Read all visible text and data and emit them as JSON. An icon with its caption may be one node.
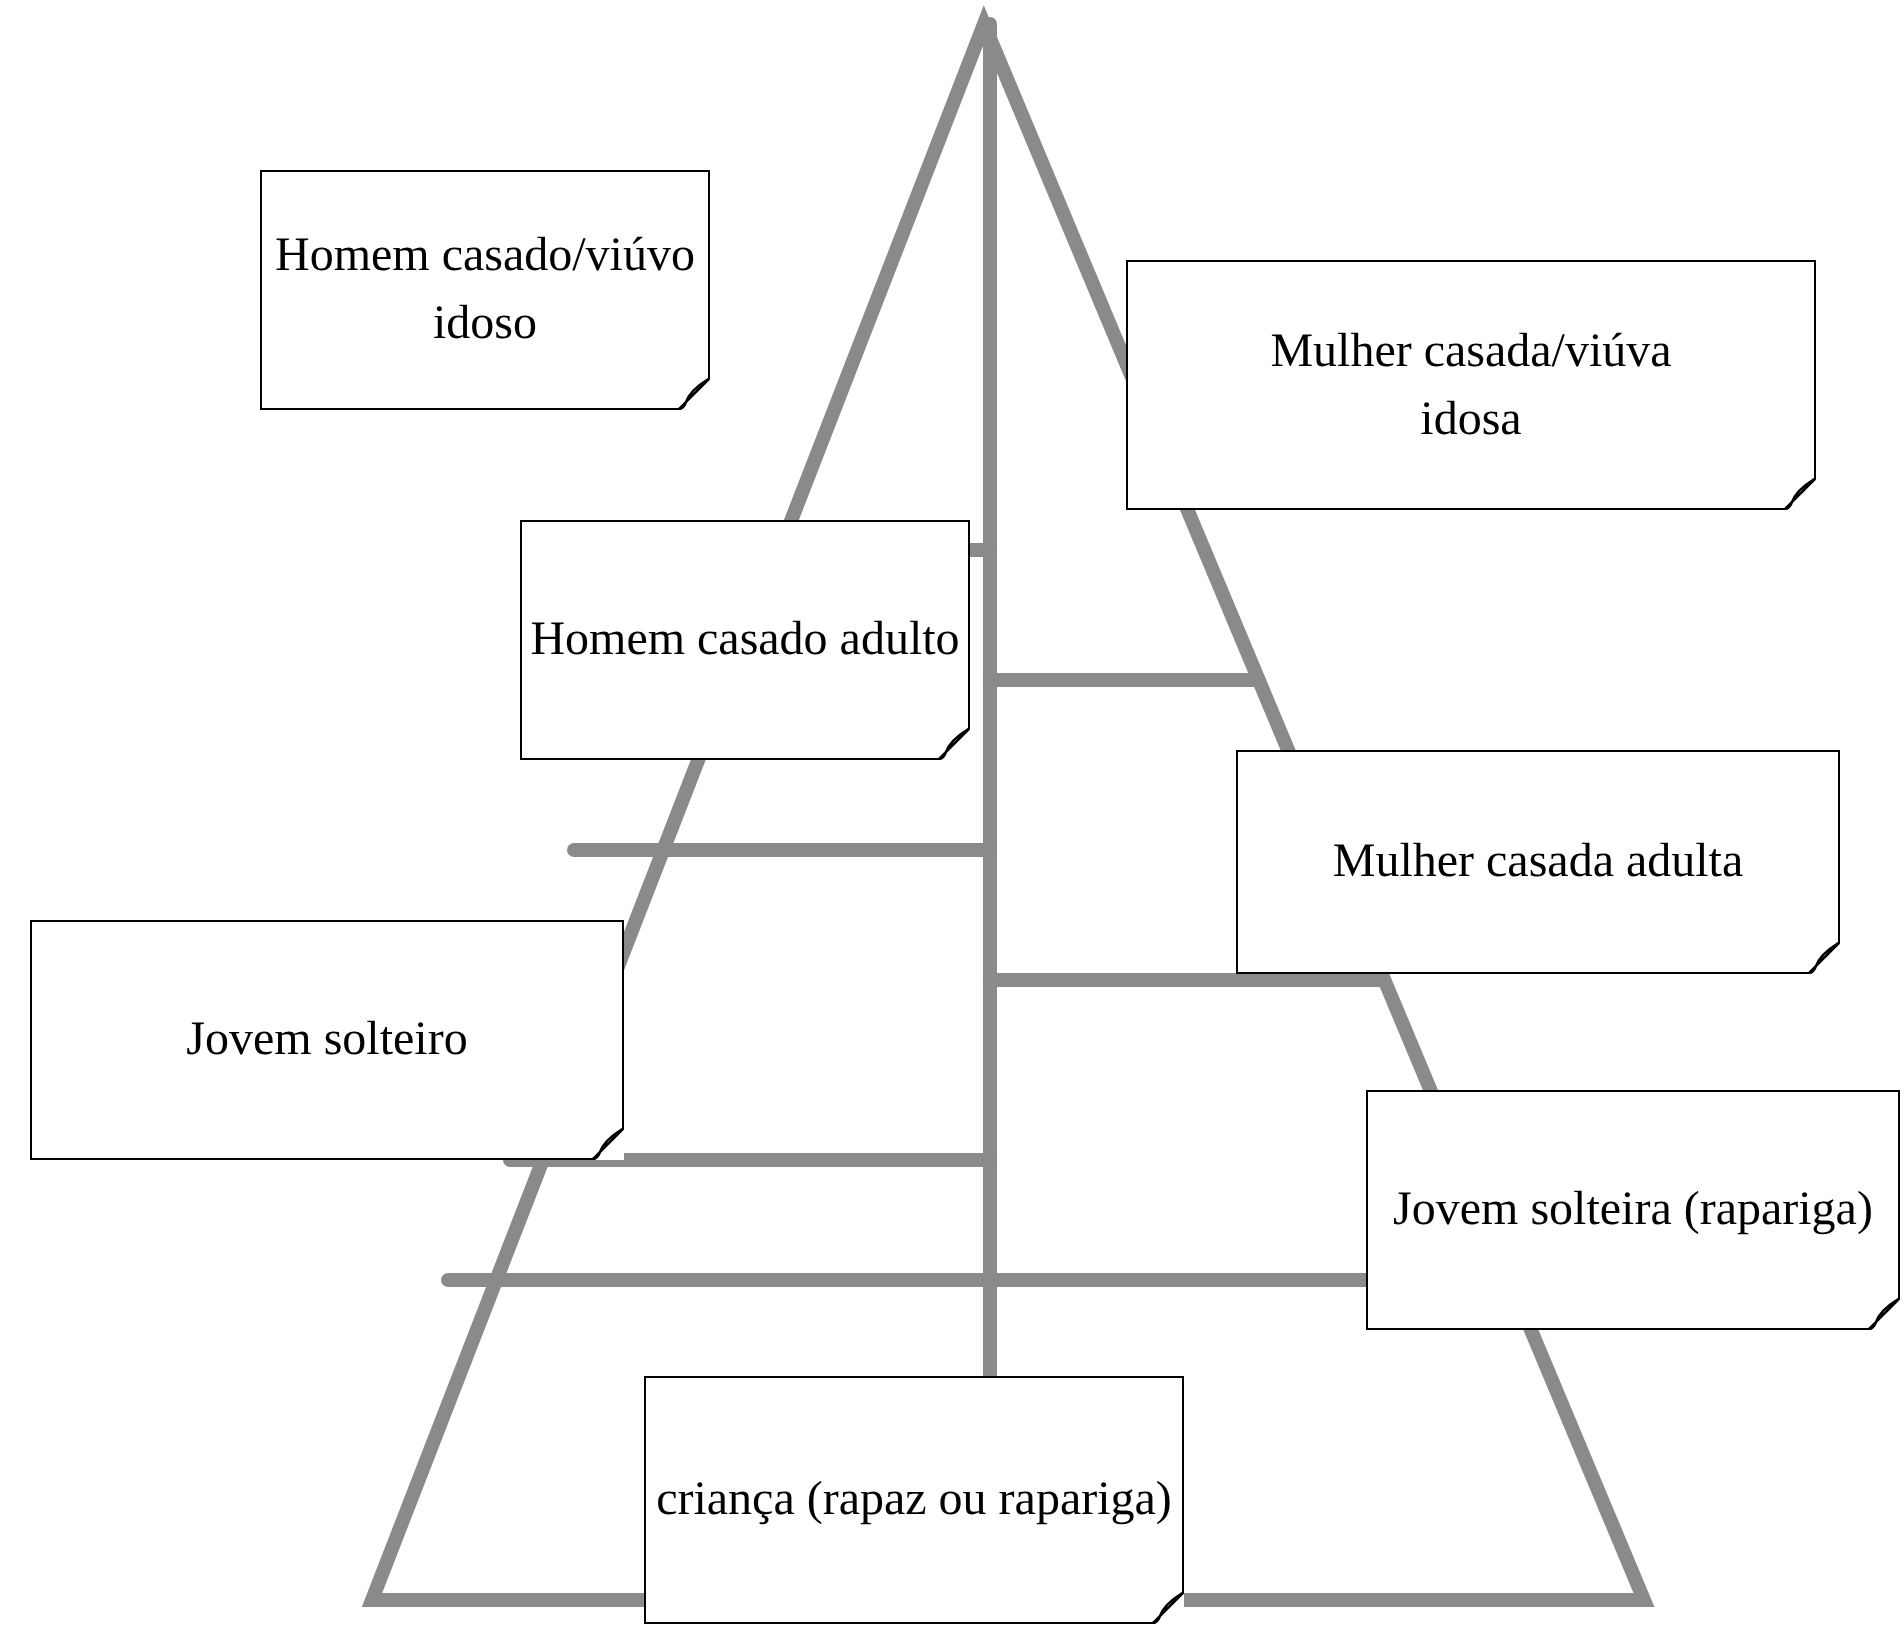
{
  "diagram": {
    "nodes": [
      {
        "text": [
          "Homem casado/viúvo idoso"
        ]
      },
      {
        "text": [
          "Mulher casada/viúva idosa"
        ]
      },
      {
        "text": [
          "Homem casado adulto"
        ]
      },
      {
        "text": [
          "Mulher casada adulta"
        ]
      },
      {
        "text": [
          "Jovem solteiro"
        ]
      },
      {
        "text": [
          "Jovem solteira (rapariga)"
        ]
      },
      {
        "text": [
          "criança (rapaz ou rapariga)"
        ]
      }
    ]
  }
}
